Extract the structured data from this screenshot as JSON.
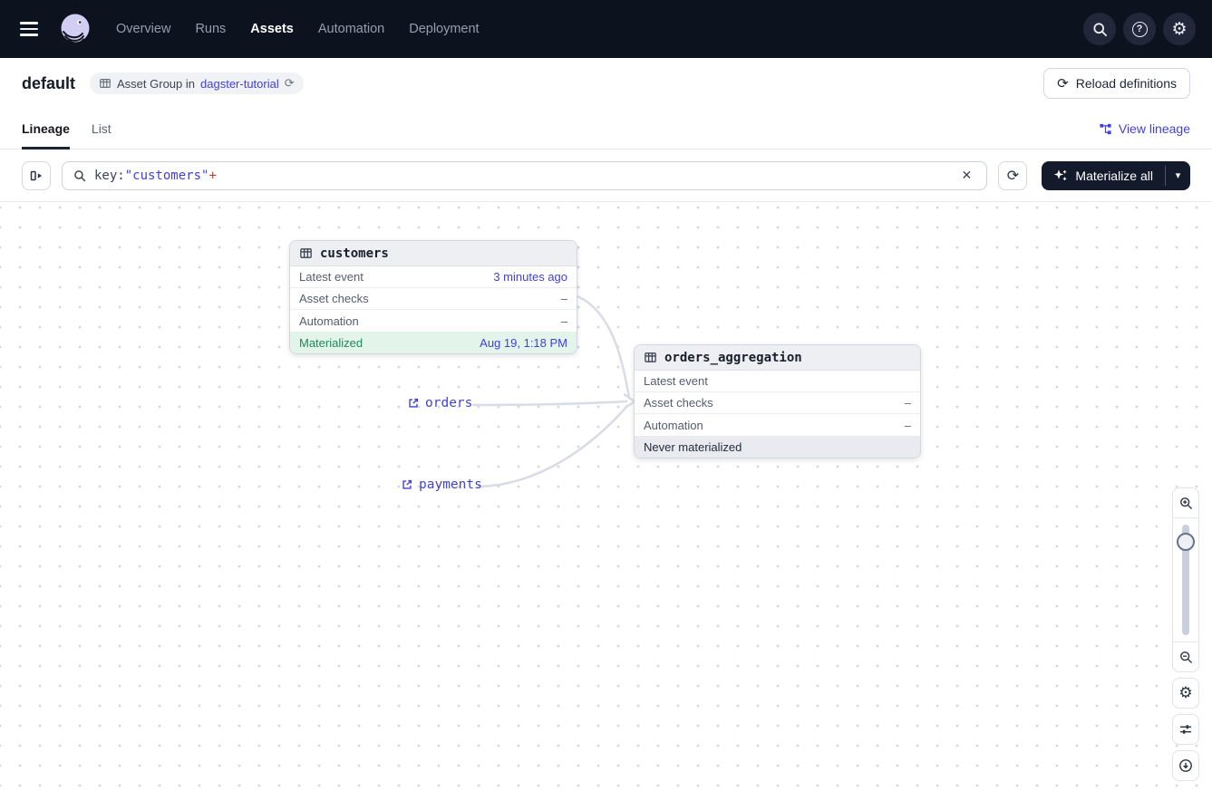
{
  "colors": {
    "accent": "#4241d9",
    "nav_bg": "#0d121f",
    "dark_button_bg": "#131a2b",
    "materialized_green_text": "#1f8a59",
    "materialized_green_bg": "#e3f5ea",
    "edge_gray": "#d9dce5",
    "query_plus_red": "#b0413a"
  },
  "nav": {
    "items": [
      {
        "label": "Overview"
      },
      {
        "label": "Runs"
      },
      {
        "label": "Assets"
      },
      {
        "label": "Automation"
      },
      {
        "label": "Deployment"
      }
    ],
    "active_item": "Assets"
  },
  "header": {
    "title": "default",
    "badge": {
      "prefix": "Asset Group in",
      "link": "dagster-tutorial"
    },
    "reload_button": "Reload definitions"
  },
  "tabs": {
    "lineage": "Lineage",
    "list": "List",
    "active": "Lineage",
    "view_lineage": "View lineage"
  },
  "toolbar": {
    "search": {
      "key": "key:",
      "value": "\"customers\"",
      "suffix": "+"
    },
    "clear": "✕",
    "materialize": "Materialize all",
    "caret": "▾"
  },
  "graph": {
    "customers": {
      "title": "customers",
      "rows": [
        {
          "label": "Latest event",
          "value": "3 minutes ago"
        },
        {
          "label": "Asset checks",
          "value": "–"
        },
        {
          "label": "Automation",
          "value": "–"
        }
      ],
      "status": {
        "label": "Materialized",
        "value": "Aug 19, 1:18 PM"
      }
    },
    "orders_aggregation": {
      "title": "orders_aggregation",
      "rows": [
        {
          "label": "Latest event",
          "value": ""
        },
        {
          "label": "Asset checks",
          "value": "–"
        },
        {
          "label": "Automation",
          "value": "–"
        }
      ],
      "status": {
        "label": "Never materialized",
        "value": ""
      }
    },
    "external_assets": [
      {
        "label": "orders"
      },
      {
        "label": "payments"
      }
    ]
  },
  "icons": {
    "gear": "⚙",
    "sync": "⟳",
    "help": "?"
  }
}
